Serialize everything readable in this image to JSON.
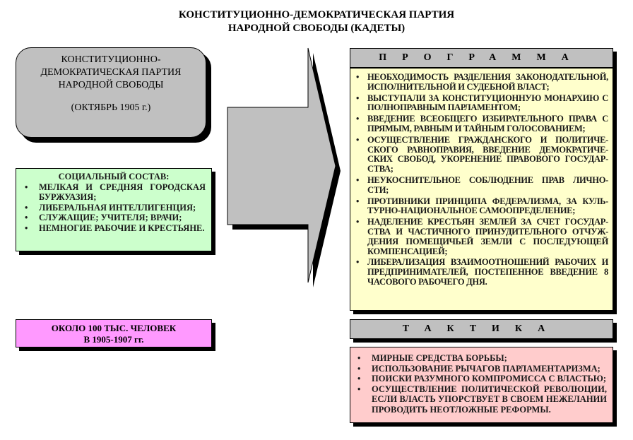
{
  "title": [
    "КОНСТИТУЦИОННО-ДЕМОКРАТИЧЕСКАЯ ПАРТИЯ",
    "НАРОДНОЙ СВОБОДЫ (КАДЕТЫ)"
  ],
  "party": {
    "name": "КОНСТИТУЦИОННО-ДЕМОКРАТИЧЕСКАЯ ПАРТИЯ НАРОДНОЙ СВОБОДЫ",
    "date": "(ОКТЯБРЬ 1905 г.)"
  },
  "social": {
    "heading": "СОЦИАЛЬНЫЙ СОСТАВ:",
    "items": [
      "МЕЛКАЯ И СРЕДНЯЯ ГОРОДСКАЯ БУРЖУАЗИЯ;",
      "ЛИБЕРАЛЬНАЯ ИНТЕЛЛИГЕНЦИЯ;",
      "СЛУЖАЩИЕ; УЧИТЕЛЯ; ВРАЧИ;",
      "НЕМНОГИЕ РАБОЧИЕ И КРЕСТЬЯНЕ."
    ]
  },
  "count": [
    "ОКОЛО 100 ТЫС. ЧЕЛОВЕК",
    "В 1905-1907 гг."
  ],
  "program": {
    "heading": "ПРОГРАММА",
    "items": [
      "НЕОБХОДИМОСТЬ РАЗДЕЛЕНИЯ ЗАКОНОДАТЕЛЬНОЙ, ИСПОЛНИТЕЛЬНОЙ И СУДЕБНОЙ ВЛАСТ;",
      "ВЫСТУПАЛИ ЗА КОНСТИТУЦИОННУЮ МОНАРХИЮ С ПОЛНОПРАВНЫМ ПАРЛАМЕНТОМ;",
      "ВВЕДЕНИЕ ВСЕОБЩЕГО ИЗБИРАТЕЛЬНОГО ПРАВА С ПРЯМЫМ, РАВНЫМ И ТАЙНЫМ ГОЛОСОВАНИЕМ;",
      "ОСУЩЕСТВЛЕНИЕ ГРАЖДАНСКОГО И ПОЛИТИЧЕ-СКОГО РАВНОПРАВИЯ, ВВЕДЕНИЕ ДЕМОКРАТИЧЕ-СКИХ СВОБОД, УКОРЕНЕНИЕ ПРАВОВОГО ГОСУДАР-СТВА;",
      "НЕУКОСНИТЕЛЬНОЕ СОБЛЮДЕНИЕ ПРАВ ЛИЧНО-СТИ;",
      "ПРОТИВНИКИ ПРИНЦИПА ФЕДЕРАЛИЗМА, ЗА КУЛЬ-ТУРНО-НАЦИОНАЛЬНОЕ САМООПРЕДЕЛЕНИЕ;",
      "НАДЕЛЕНИЕ КРЕСТЬЯН ЗЕМЛЕЙ ЗА СЧЕТ ГОСУДАР-СТВА И ЧАСТИЧНОГО ПРИНУДИТЕЛЬНОГО ОТЧУЖ-ДЕНИЯ ПОМЕЩИЧЬЕЙ ЗЕМЛИ С ПОСЛЕДУЮЩЕЙ КОМПЕНСАЦИЕЙ;",
      "ЛИБЕРАЛИЗАЦИЯ ВЗАИМООТНОШЕНИЙ РАБОЧИХ И ПРЕДПРИНИМАТЕЛЕЙ, ПОСТЕПЕННОЕ ВВЕДЕНИЕ 8 ЧАСОВОГО РАБОЧЕГО ДНЯ."
    ]
  },
  "tactics": {
    "heading": "ТАКТИКА",
    "items": [
      "МИРНЫЕ СРЕДСТВА БОРЬБЫ;",
      "ИСПОЛЬЗОВАНИЕ РЫЧАГОВ ПАРЛАМЕНТАРИЗМА;",
      "ПОИСКИ РАЗУМНОГО КОМПРОМИССА С ВЛАСТЬЮ;",
      "ОСУЩЕСТВЛЕНИЕ ПОЛИТИЧЕСКОЙ РЕВОЛЮЦИИ, ЕСЛИ ВЛАСТЬ УПОРСТВУЕТ В СВОЕМ НЕЖЕЛАНИИ ПРОВОДИТЬ НЕОТЛОЖНЫЕ РЕФОРМЫ."
    ]
  }
}
